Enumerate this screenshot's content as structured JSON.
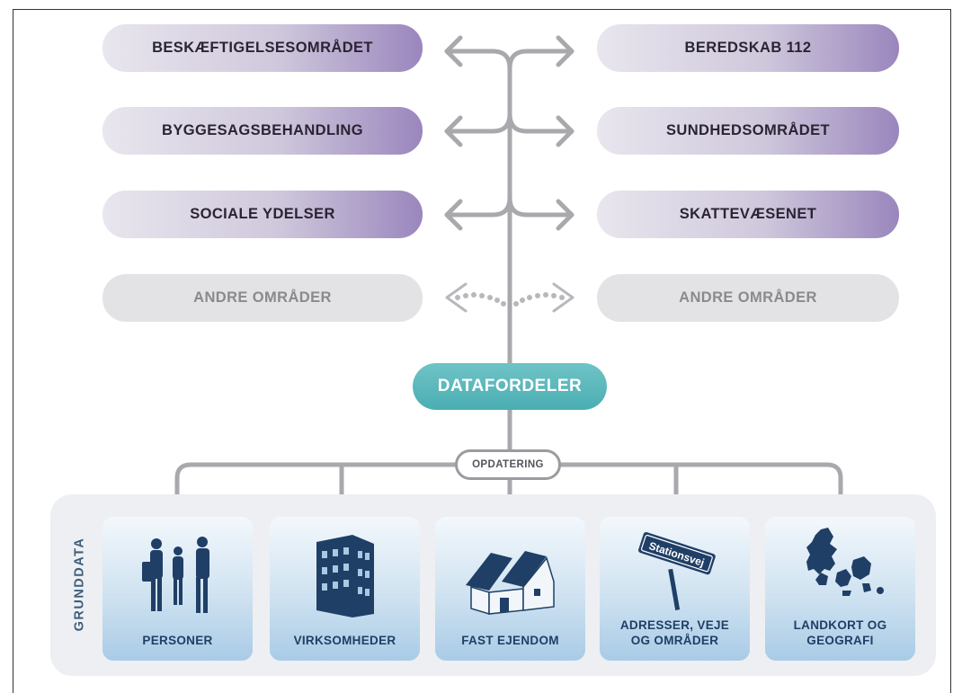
{
  "left_areas": [
    "BESKÆFTIGELSESOMRÅDET",
    "BYGGESAGSBEHANDLING",
    "SOCIALE YDELSER",
    "ANDRE OMRÅDER"
  ],
  "right_areas": [
    "BEREDSKAB 112",
    "SUNDHEDSOMRÅDET",
    "SKATTEVÆSENET",
    "ANDRE OMRÅDER"
  ],
  "hub": "DATAFORDELER",
  "update": "OPDATERING",
  "base_data": {
    "label": "GRUNDDATA",
    "registers": [
      {
        "line1": "PERSONER",
        "line2": "",
        "icon": "people-icon"
      },
      {
        "line1": "VIRKSOMHEDER",
        "line2": "",
        "icon": "building-icon"
      },
      {
        "line1": "FAST EJENDOM",
        "line2": "",
        "icon": "house-icon"
      },
      {
        "line1": "ADRESSER, VEJE",
        "line2": "OG OMRÅDER",
        "icon": "street-sign-icon",
        "sign_text": "Stationsvej"
      },
      {
        "line1": "LANDKORT OG",
        "line2": "GEOGRAFI",
        "icon": "denmark-map-icon"
      }
    ]
  },
  "colors": {
    "arrows": "#a9a9ad",
    "hub": "#4aaeb2",
    "purple_pill_end": "#9a86bd",
    "grey_pill": "#e3e3e6",
    "card_text": "#1f3f66"
  }
}
